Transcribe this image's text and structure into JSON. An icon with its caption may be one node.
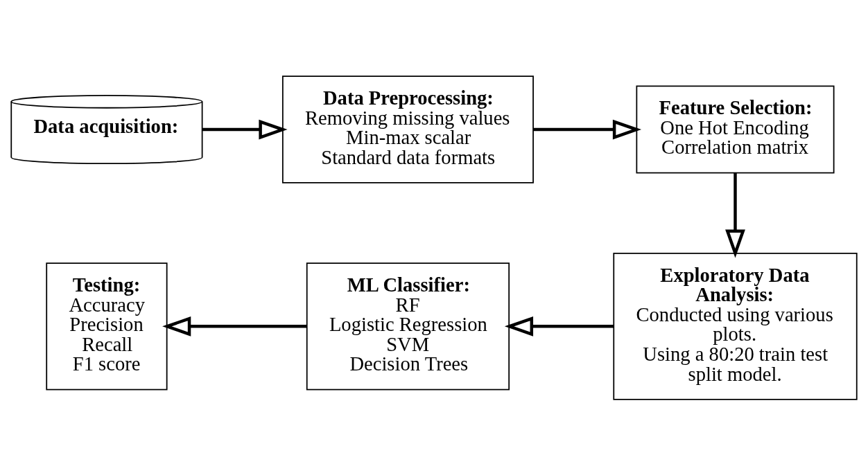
{
  "diagram": {
    "nodes": [
      {
        "text": [
          "Data acquisition:"
        ]
      },
      {
        "text": [
          "Data Preprocessing:",
          "Removing missing values",
          "Min-max scalar",
          "Standard data formats"
        ]
      },
      {
        "text": [
          "Feature Selection:",
          "One Hot Encoding",
          "Correlation matrix"
        ]
      },
      {
        "text": [
          "Exploratory Data Analysis:",
          "Conducted using various plots.",
          "Using a 80:20 train test split model."
        ]
      },
      {
        "text": [
          "ML Classifier:",
          "RF",
          "Logistic Regression",
          "SVM",
          "Decision Trees"
        ]
      },
      {
        "text": [
          "Testing:",
          "Accuracy",
          "Precision",
          "Recall",
          "F1 score"
        ]
      }
    ],
    "edges": [
      {
        "from": 0,
        "to": 1,
        "arrow": "to"
      },
      {
        "from": 1,
        "to": 2,
        "arrow": "to"
      },
      {
        "from": 2,
        "to": 3,
        "arrow": "to"
      },
      {
        "from": 3,
        "to": 4,
        "arrow": "to"
      },
      {
        "from": 4,
        "to": 5,
        "arrow": "to"
      }
    ]
  }
}
